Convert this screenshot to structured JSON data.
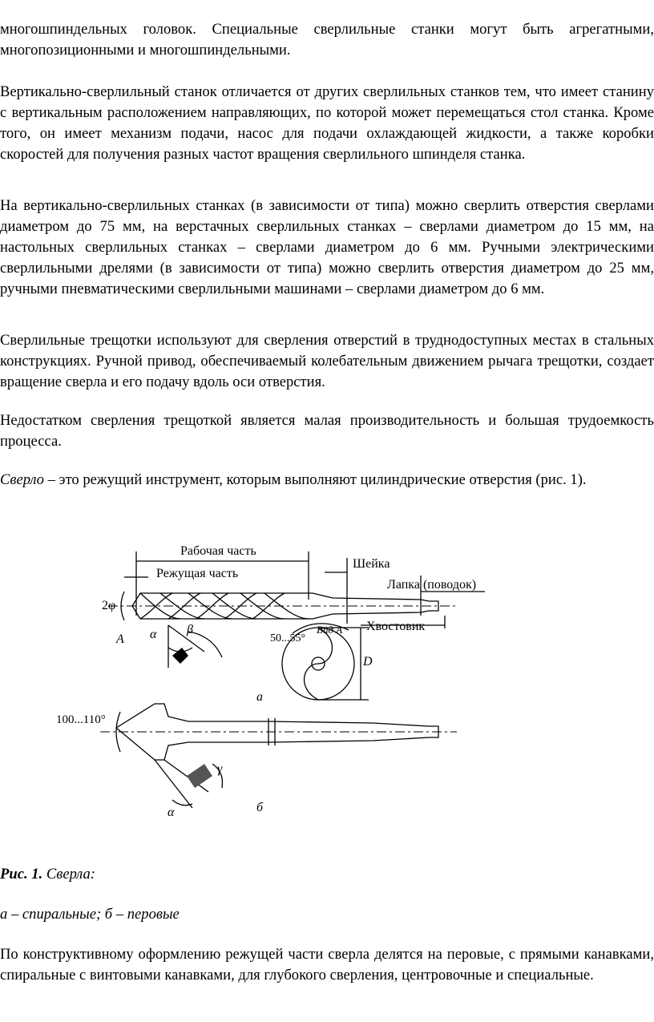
{
  "paragraphs": {
    "p0": "многошпиндельных головок. Специальные сверлильные станки могут быть агрегатными, многопозиционными и многошпиндельными.",
    "p1": "Вертикально-сверлильный станок отличается от других сверлильных станков тем, что имеет станину с вертикальным расположением направляющих, по которой может перемещаться стол станка. Кроме того, он имеет механизм подачи, насос для подачи охлаждающей жидкости, а также коробки скоростей для получения разных частот вращения сверлильного шпинделя станка.",
    "p2": "На вертикально-сверлильных станках (в зависимости от типа) можно сверлить отверстия сверлами диаметром до 75 мм, на верстачных сверлильных станках – сверлами диаметром до 15 мм, на настольных сверлильных станках – сверлами диаметром до 6 мм. Ручными электрическими сверлильными дрелями (в зависимости от типа) можно сверлить отверстия диаметром до 25 мм, ручными пневматическими сверлильными машинами – сверлами диаметром до 6 мм.",
    "p3": "Сверлильные трещотки используют для сверления отверстий в труднодоступных местах в стальных конструкциях. Ручной привод, обеспечиваемый колебательным движением рычага трещотки, создает вращение сверла и его подачу вдоль оси отверстия.",
    "p4": "Недостатком сверления трещоткой является малая производительность и большая трудоемкость процесса.",
    "p5_term": "Сверло",
    "p5_rest": " – это режущий инструмент, которым выполняют цилиндрические отверстия (рис. 1).",
    "p6": "По конструктивному оформлению режущей части сверла делятся на перовые, с прямыми канавками, спиральные с винтовыми канавками, для глубокого сверления, центровочные и специальные."
  },
  "figure": {
    "labels": {
      "working_part": "Рабочая часть",
      "cutting_part": "Режущая часть",
      "neck": "Шейка",
      "tang": "Лапка (поводок)",
      "shank": "Хвостовик",
      "two_phi": "2φ",
      "view_a": "A",
      "alpha": "α",
      "beta": "β",
      "gamma": "γ",
      "angle_range": "50...55°",
      "view_label": "Вид A",
      "diameter": "D",
      "sub_a": "а",
      "sub_b": "б",
      "point_angle": "100...110°"
    },
    "caption_num": "Рис. 1.",
    "caption_title": "Сверла:",
    "caption_sub": "а – спиральные; б – перовые"
  }
}
